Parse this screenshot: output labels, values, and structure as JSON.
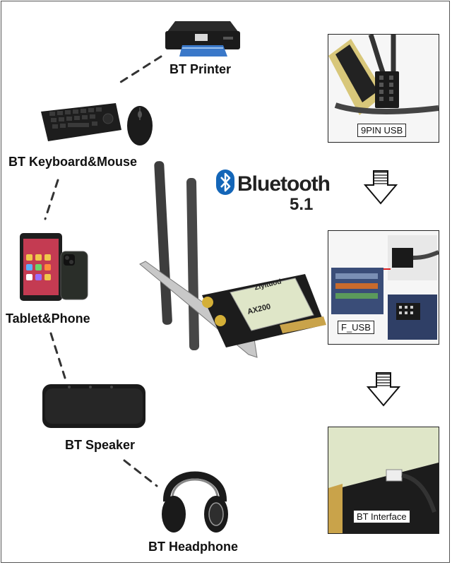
{
  "devices": {
    "printer": {
      "label": "BT Printer",
      "icon": "printer-icon"
    },
    "keyboard_mouse": {
      "label": "BT Keyboard&Mouse",
      "icon": "keyboard-mouse-icon"
    },
    "tablet_phone": {
      "label": "Tablet&Phone",
      "icon": "tablet-phone-icon"
    },
    "speaker": {
      "label": "BT Speaker",
      "icon": "speaker-icon"
    },
    "headphone": {
      "label": "BT Headphone",
      "icon": "headphone-icon"
    }
  },
  "brand": {
    "name": "Bluetooth",
    "version": "5.1",
    "icon": "bluetooth-icon",
    "accent": "#1466b8"
  },
  "card": {
    "brand": "Ziyituod",
    "model": "AX200"
  },
  "steps": [
    {
      "caption": "9PIN USB",
      "icon": "usb-header-cable-icon"
    },
    {
      "caption": "F_USB",
      "icon": "motherboard-header-icon"
    },
    {
      "caption": "BT Interface",
      "icon": "card-interface-icon"
    }
  ],
  "arrows": [
    {
      "icon": "down-arrow-icon"
    },
    {
      "icon": "down-arrow-icon"
    }
  ]
}
